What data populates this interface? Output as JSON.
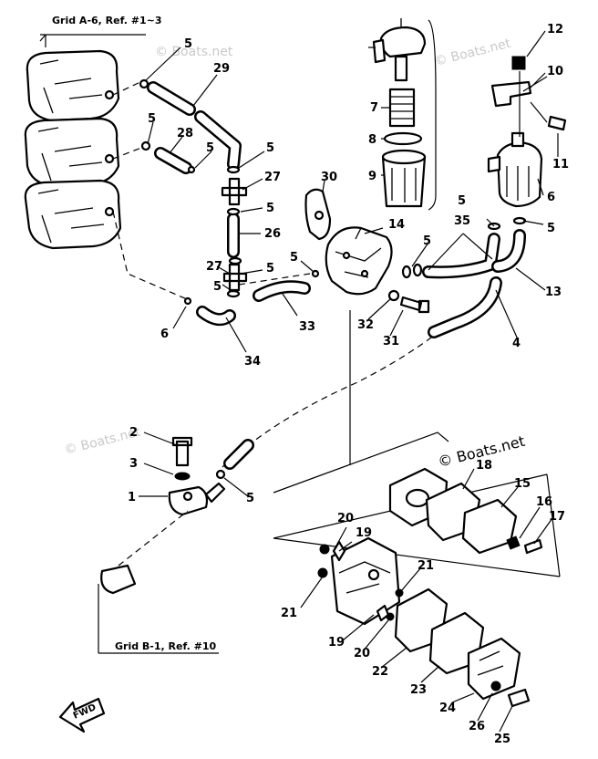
{
  "references": {
    "top_left": "Grid A-6, Ref. #1~3",
    "bottom_left": "Grid B-1, Ref. #10"
  },
  "watermarks": {
    "top_center": "© Boats.net",
    "top_right": "© Boats.net",
    "mid_left": "© Boats.net",
    "mid_right": "© Boats.net"
  },
  "direction_arrow": "FWD",
  "callouts": {
    "n1": "1",
    "n2": "2",
    "n3": "3",
    "n4": "4",
    "n5a": "5",
    "n5b": "5",
    "n5c": "5",
    "n5d": "5",
    "n5e": "5",
    "n5f": "5",
    "n5g": "5",
    "n5h": "5",
    "n5i": "5",
    "n5j": "5",
    "n5k": "5",
    "n6a": "6",
    "n6b": "6",
    "n7": "7",
    "n8": "8",
    "n9": "9",
    "n10": "10",
    "n11": "11",
    "n12": "12",
    "n13": "13",
    "n14": "14",
    "n15": "15",
    "n16": "16",
    "n17": "17",
    "n18": "18",
    "n19a": "19",
    "n19b": "19",
    "n20a": "20",
    "n20b": "20",
    "n21a": "21",
    "n21b": "21",
    "n22": "22",
    "n23": "23",
    "n24": "24",
    "n25": "25",
    "n26": "26",
    "n27a": "27",
    "n27b": "27",
    "n28": "28",
    "n29": "29",
    "n30": "30",
    "n31": "31",
    "n32": "32",
    "n33": "33",
    "n34": "34",
    "n35": "35",
    "n26b": "26"
  }
}
